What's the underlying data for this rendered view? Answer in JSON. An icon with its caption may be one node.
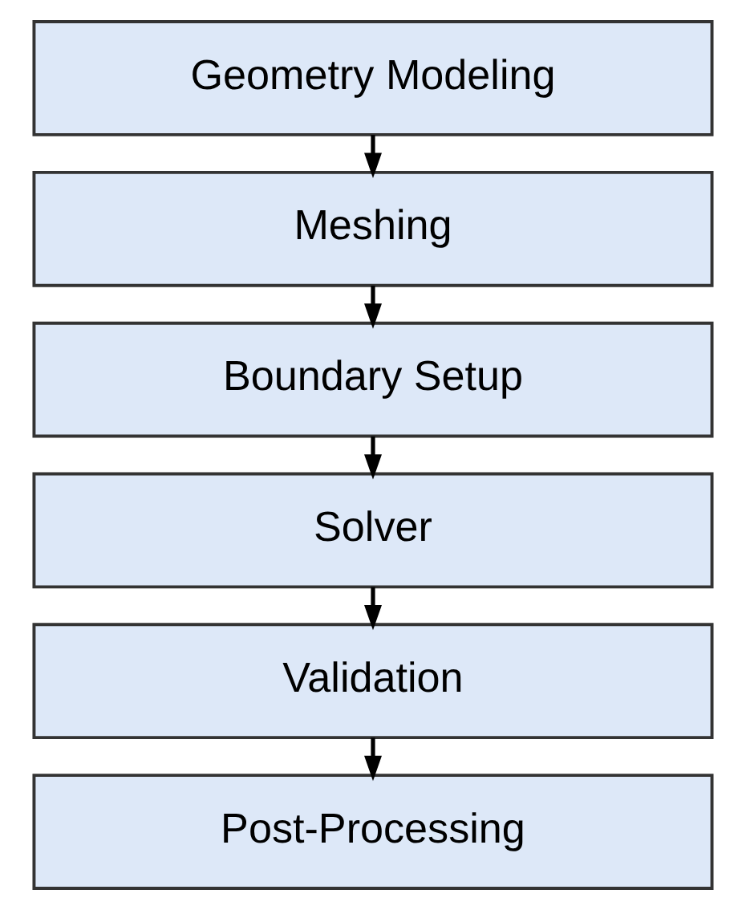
{
  "diagram": {
    "nodes": [
      {
        "text": [
          "Geometry Modeling"
        ]
      },
      {
        "text": [
          "Meshing"
        ]
      },
      {
        "text": [
          "Boundary Setup"
        ]
      },
      {
        "text": [
          "Solver"
        ]
      },
      {
        "text": [
          "Validation"
        ]
      },
      {
        "text": [
          "Post-Processing"
        ]
      }
    ],
    "edges": [
      {
        "from": 0,
        "to": 1,
        "arrow": "to"
      },
      {
        "from": 1,
        "to": 2,
        "arrow": "to"
      },
      {
        "from": 2,
        "to": 3,
        "arrow": "to"
      },
      {
        "from": 3,
        "to": 4,
        "arrow": "to"
      },
      {
        "from": 4,
        "to": 5,
        "arrow": "to"
      }
    ]
  }
}
